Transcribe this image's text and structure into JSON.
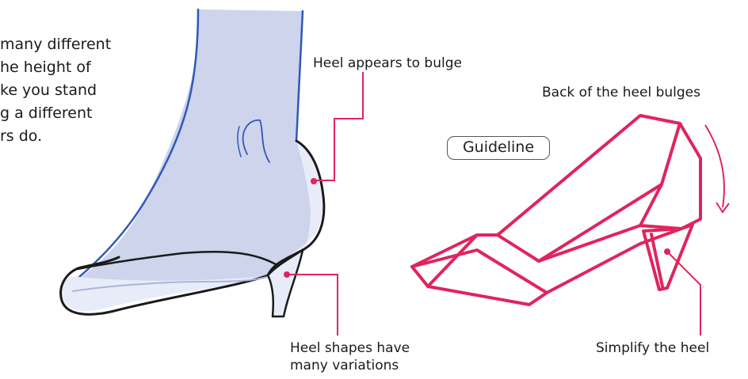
{
  "intro_text": {
    "lines": [
      "many different",
      "he height of",
      "ke you stand",
      "g a different",
      "rs do."
    ]
  },
  "labels": {
    "heel_bulge": "Heel appears to bulge",
    "back_bulges": "Back of the heel bulges",
    "guideline": "Guideline",
    "heel_shapes_line1": "Heel shapes have",
    "heel_shapes_line2": "many variations",
    "simplify": "Simplify the heel"
  },
  "colors": {
    "accent_pink": "#e0245e",
    "leg_fill": "#cdd4ec",
    "leg_outline": "#3158b5",
    "shoe_outline": "#1a1a1a",
    "shoe_fill": "#e8ecf8"
  }
}
